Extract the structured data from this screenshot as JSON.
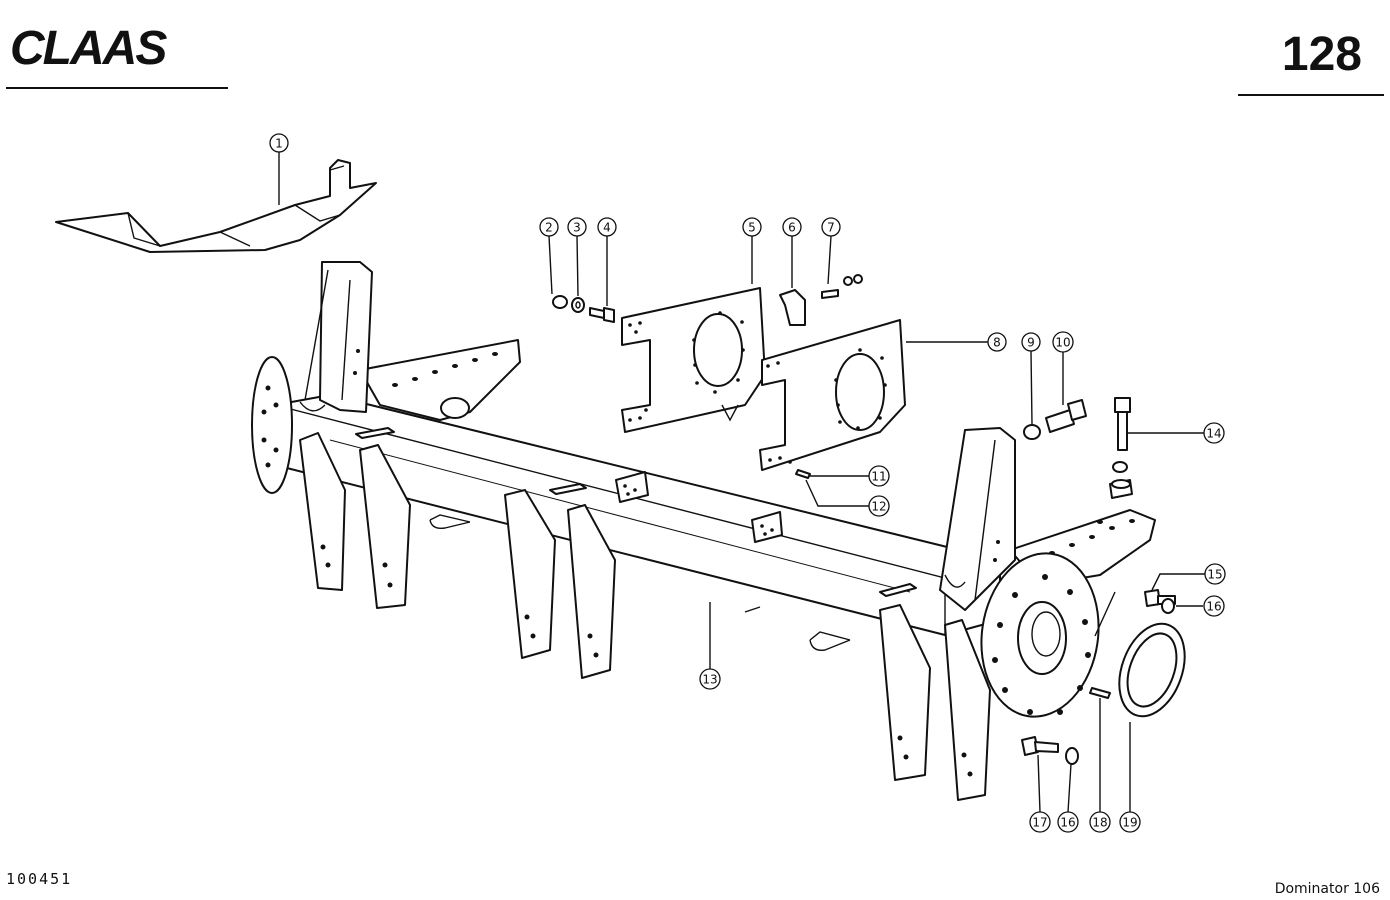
{
  "header": {
    "logo_text": "CLAAS",
    "page_number": "128"
  },
  "footer": {
    "drawing_number": "100451",
    "model": "Dominator 106"
  },
  "callouts": [
    "1",
    "2",
    "3",
    "4",
    "5",
    "6",
    "7",
    "8",
    "9",
    "10",
    "11",
    "12",
    "13",
    "14",
    "15",
    "16",
    "16",
    "17",
    "18",
    "19"
  ],
  "colors": {
    "ink": "#111111",
    "paper": "#ffffff"
  }
}
